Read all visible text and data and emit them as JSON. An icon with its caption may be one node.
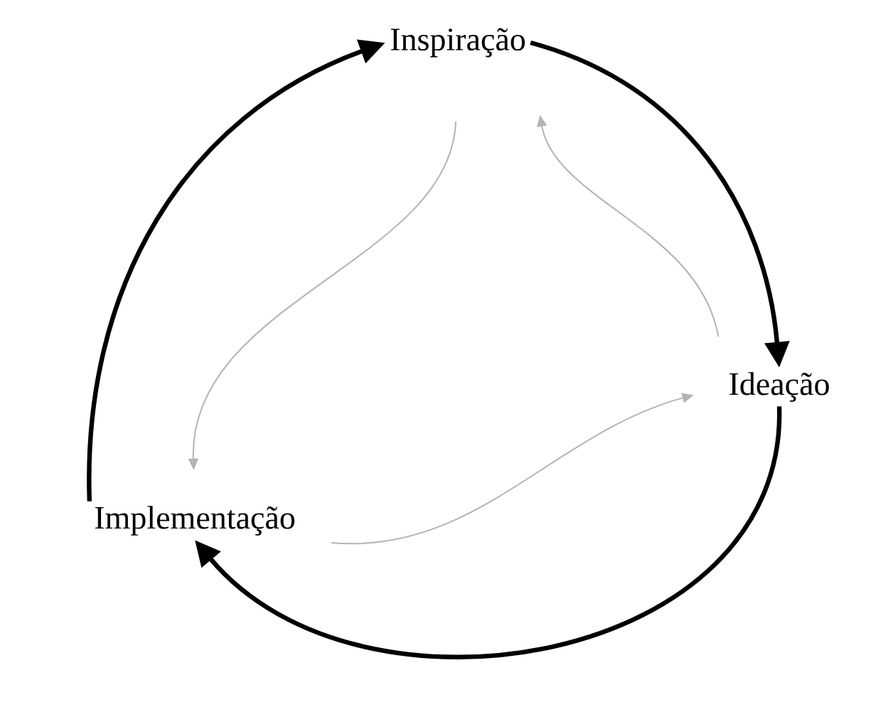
{
  "diagram": {
    "nodes": [
      {
        "text": [
          "Inspiração"
        ]
      },
      {
        "text": [
          "Ideação"
        ]
      },
      {
        "text": [
          "Implementação"
        ]
      }
    ],
    "edges": [
      {
        "from": 0,
        "to": 1,
        "arrow": "to",
        "style": "thick"
      },
      {
        "from": 1,
        "to": 2,
        "arrow": "to",
        "style": "thick"
      },
      {
        "from": 2,
        "to": 0,
        "arrow": "to",
        "style": "thick"
      },
      {
        "from": 0,
        "to": 2,
        "arrow": "to",
        "color": "#b3b3b3"
      },
      {
        "from": 1,
        "to": 0,
        "arrow": "to",
        "color": "#b3b3b3"
      },
      {
        "from": 2,
        "to": 1,
        "arrow": "to",
        "color": "#b3b3b3"
      }
    ]
  }
}
